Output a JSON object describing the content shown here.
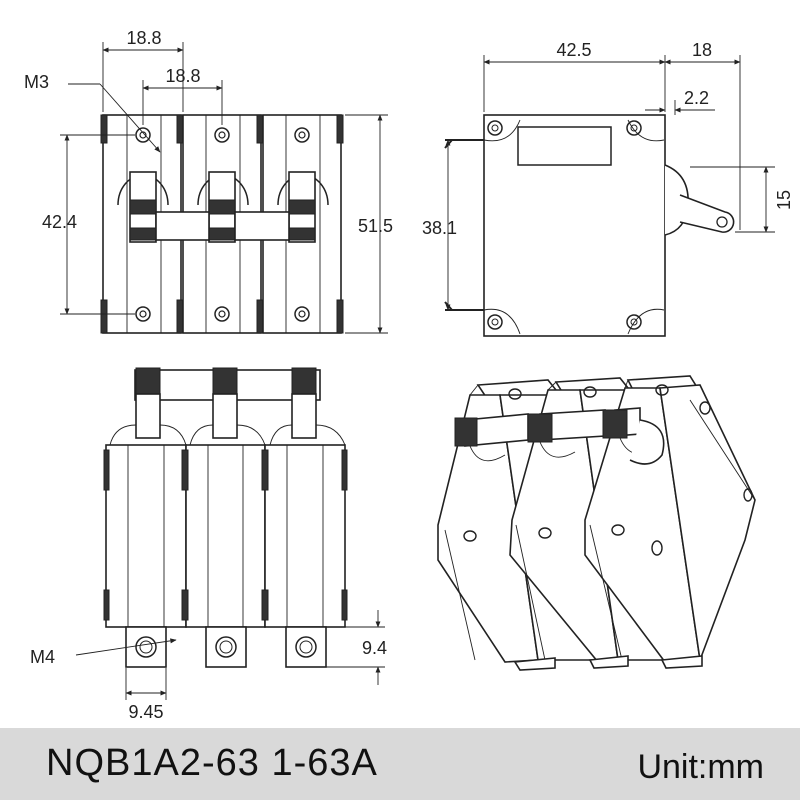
{
  "footer": {
    "model": "NQB1A2-63  1-63A",
    "unit": "Unit:mm"
  },
  "front_view": {
    "pitch_top": "18.8",
    "pitch_mid": "18.8",
    "screw_label": "M3",
    "mount_height": "42.4",
    "overall_height": "51.5"
  },
  "side_view": {
    "depth": "42.5",
    "handle_length": "18",
    "offset": "2.2",
    "bracket_height": "38.1",
    "handle_height": "15"
  },
  "bottom_view": {
    "terminal_label": "M4",
    "terminal_width": "9.45",
    "terminal_height": "9.4"
  },
  "colors": {
    "line": "#222222",
    "footer_bg": "#d9d9d9"
  }
}
